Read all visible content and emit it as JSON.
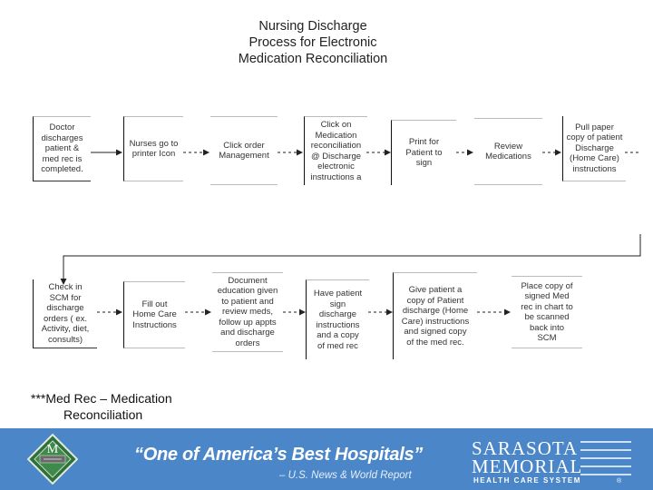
{
  "title": [
    "Nursing Discharge",
    "Process for Electronic",
    "Medication Reconciliation"
  ],
  "steps": [
    "Doctor\ndischarges\npatient &\nmed rec is\ncompleted.",
    "Nurses go to\nprinter Icon",
    "Click order\nManagement",
    "Click on\nMedication\nreconciliation\n@ Discharge\nelectronic\ninstructions a",
    "Print for\nPatient to\nsign",
    "Review\nMedications",
    "Pull paper\ncopy of patient\nDischarge\n(Home Care)\ninstructions",
    "Check in\nSCM for\ndischarge\norders ( ex.\nActivity, diet,\nconsults)",
    "Fill out\nHome Care\nInstructions",
    "Document\neducation given\nto patient and\nreview meds,\nfollow up appts\nand discharge\norders",
    "Have patient\nsign\ndischarge\ninstructions\nand a copy\nof med rec",
    "Give patient a\ncopy of Patient\ndischarge (Home\nCare) instructions\nand signed copy\nof the med rec.",
    "Place copy of\nsigned Med\nrec in chart to\nbe scanned\nback into\nSCM"
  ],
  "footnote": [
    "***Med Rec – Medication",
    "Reconciliation"
  ],
  "banner": {
    "quote": "“One of America’s Best Hospitals”",
    "quote_source": "– U.S. News & World Report",
    "brand_line1": "SARASOTA",
    "brand_line2": "MEMORIAL",
    "brand_line3": "HEALTH CARE SYSTEM",
    "registered": "®",
    "background": "#4a86c8"
  }
}
